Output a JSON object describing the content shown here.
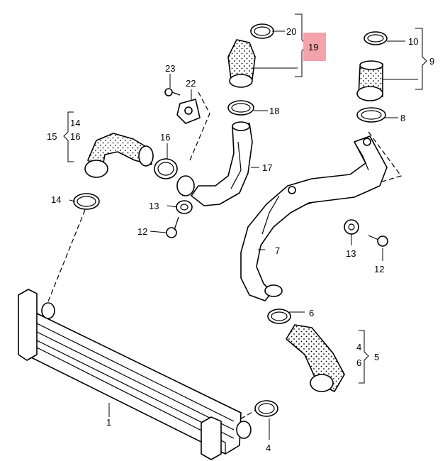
{
  "labels": {
    "l1": "1",
    "l4a": "4",
    "l4b": "4",
    "l5": "5",
    "l6a": "6",
    "l6b": "6",
    "l7": "7",
    "l8": "8",
    "l9": "9",
    "l10": "10",
    "l12a": "12",
    "l12b": "12",
    "l13a": "13",
    "l13b": "13",
    "l14a": "14",
    "l14b": "14",
    "l15": "15",
    "l16a": "16",
    "l16b": "16",
    "l17": "17",
    "l18": "18",
    "l19": "19",
    "l20": "20",
    "l22": "22",
    "l23": "23"
  },
  "colors": {
    "highlight": "#f4a3ad",
    "line": "#000000"
  }
}
